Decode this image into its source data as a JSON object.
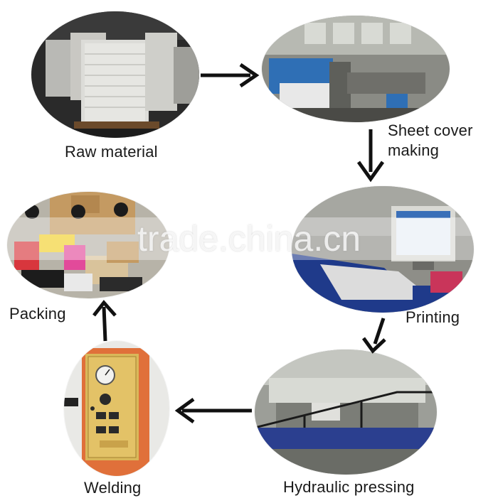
{
  "steps": [
    {
      "id": "raw-material",
      "label": "Raw material"
    },
    {
      "id": "sheet-cover-making",
      "label": "Sheet cover\nmaking"
    },
    {
      "id": "printing",
      "label": "Printing"
    },
    {
      "id": "hydraulic-pressing",
      "label": "Hydraulic pressing"
    },
    {
      "id": "welding",
      "label": "Welding"
    },
    {
      "id": "packing",
      "label": "Packing"
    }
  ],
  "flow": [
    {
      "from": "raw-material",
      "to": "sheet-cover-making"
    },
    {
      "from": "sheet-cover-making",
      "to": "printing"
    },
    {
      "from": "printing",
      "to": "hydraulic-pressing"
    },
    {
      "from": "hydraulic-pressing",
      "to": "welding"
    },
    {
      "from": "welding",
      "to": "packing"
    }
  ],
  "watermark": "trade.china.cn",
  "colors": {
    "arrow": "#111111",
    "label_text": "#1a1a1a",
    "machine_blue": "#2f6fb5",
    "welding_orange": "#e0703a",
    "print_navy": "#1f3a8a"
  }
}
